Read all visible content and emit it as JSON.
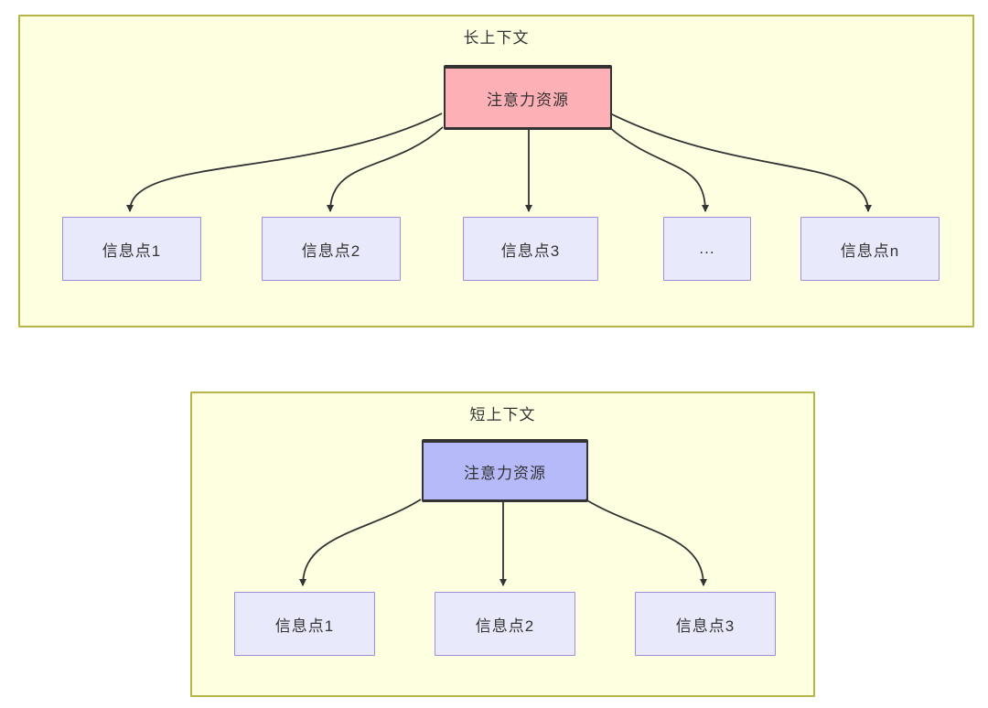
{
  "colors": {
    "page_bg": "#ffffff",
    "container_bg": "#feffe1",
    "container_border": "#b5b54a",
    "long_root_bg": "#fdb0b5",
    "short_root_bg": "#b7baf9",
    "root_border": "#333333",
    "info_bg": "#e9e9fc",
    "info_border": "#a08dd8",
    "arrow": "#333333",
    "text": "#333333"
  },
  "long_context": {
    "title": "长上下文",
    "root_label": "注意力资源",
    "nodes": [
      "信息点1",
      "信息点2",
      "信息点3",
      "...",
      "信息点n"
    ]
  },
  "short_context": {
    "title": "短上下文",
    "root_label": "注意力资源",
    "nodes": [
      "信息点1",
      "信息点2",
      "信息点3"
    ]
  }
}
